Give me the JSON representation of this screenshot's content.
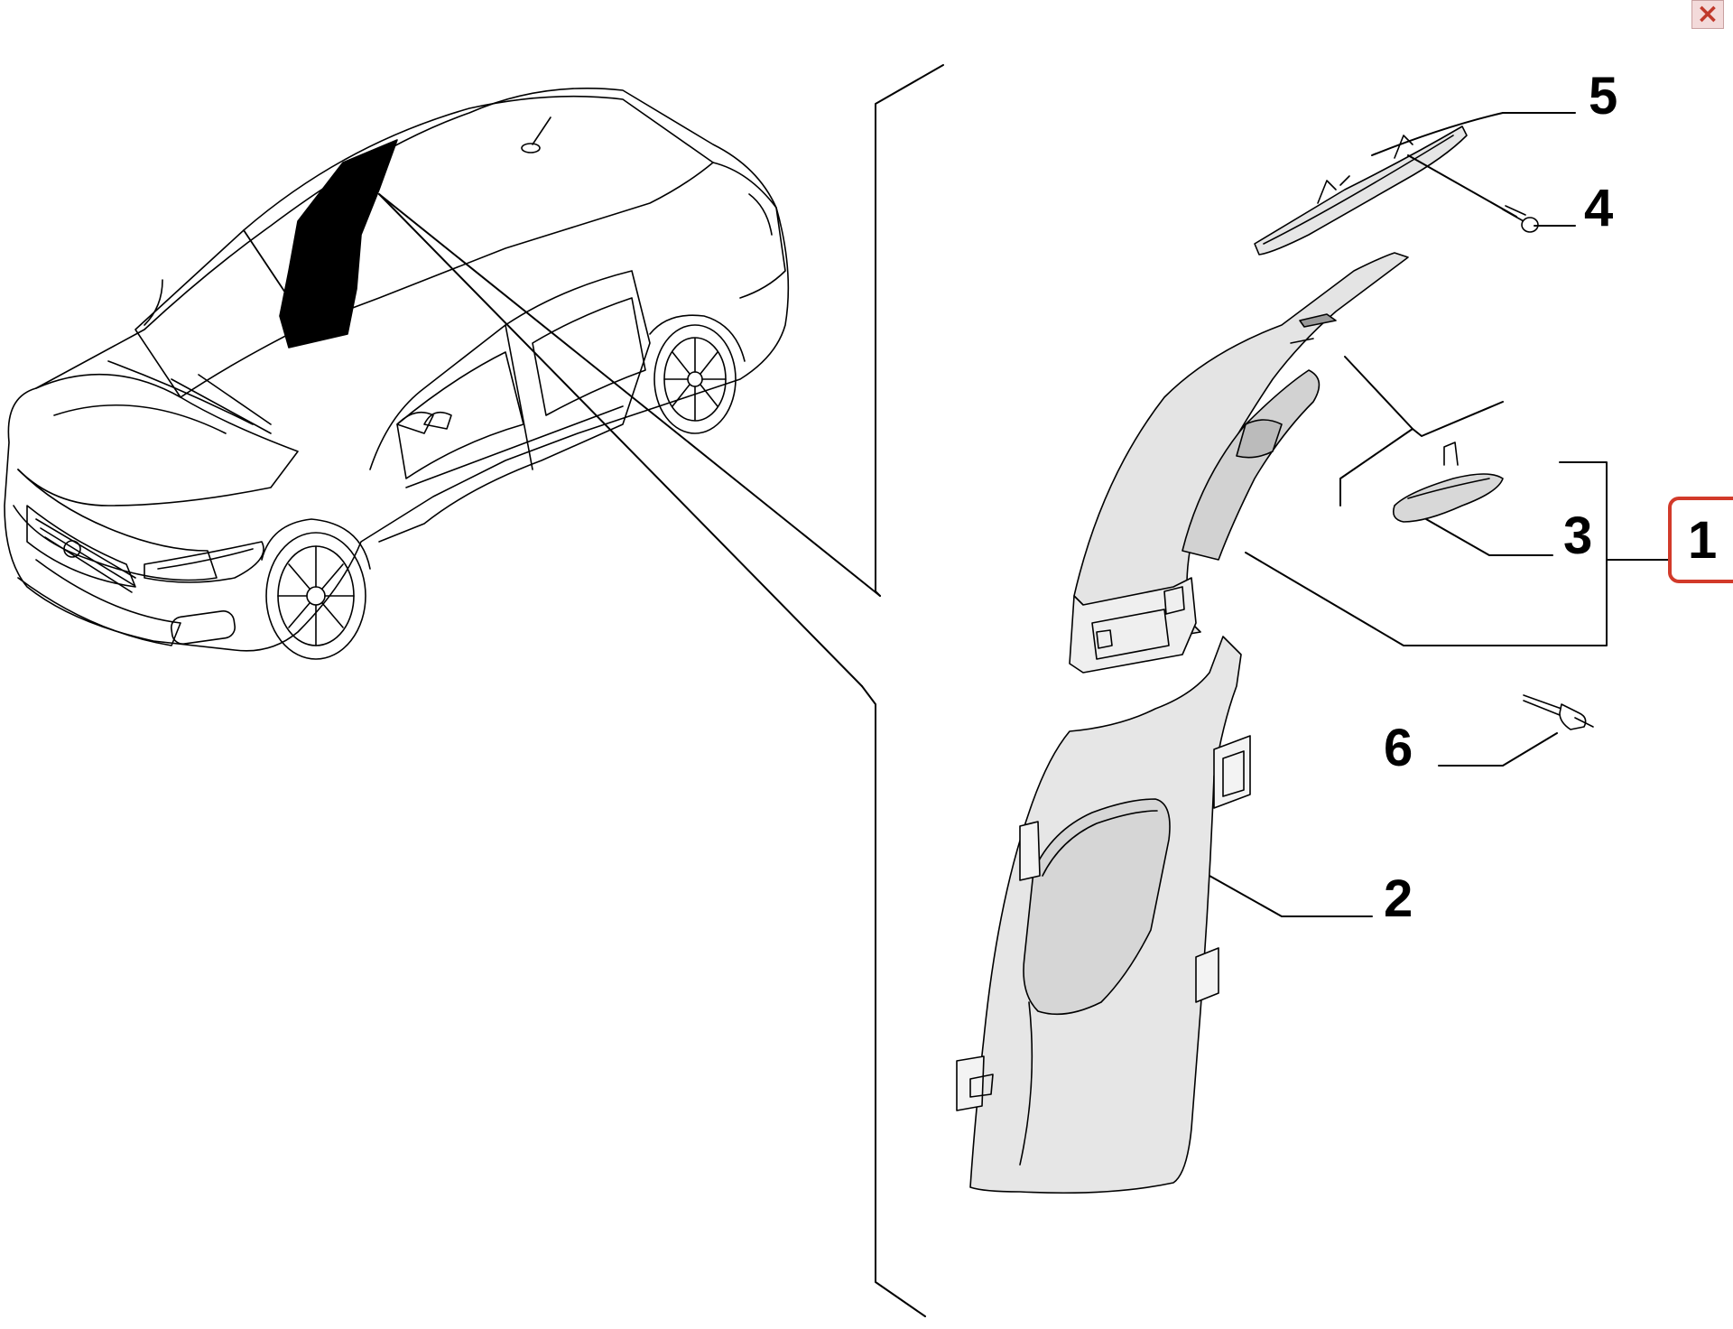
{
  "window": {
    "close_icon": "×",
    "close_icon_name": "close-icon",
    "close_color": "#c0392b"
  },
  "diagram": {
    "callouts": {
      "c1": "1",
      "c2": "2",
      "c3": "3",
      "c4": "4",
      "c5": "5",
      "c6": "6"
    },
    "highlighted_callout": "1",
    "highlight_color": "#d23a2a"
  }
}
